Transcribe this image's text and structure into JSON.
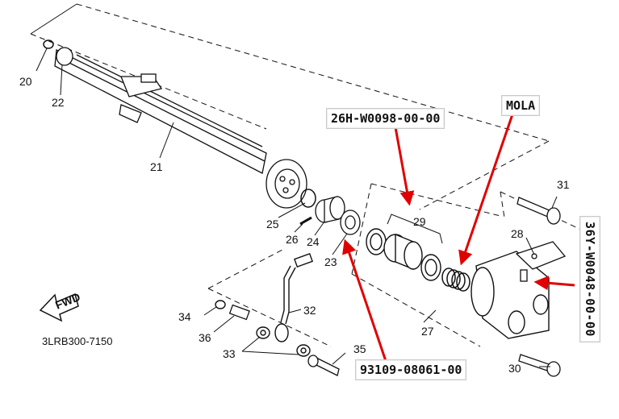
{
  "parts": {
    "p20": "20",
    "p21": "21",
    "p22": "22",
    "p23": "23",
    "p24": "24",
    "p25": "25",
    "p26": "26",
    "p27": "27",
    "p28": "28",
    "p29": "29",
    "p30": "30",
    "p31": "31",
    "p32": "32",
    "p33": "33",
    "p34": "34",
    "p35": "35",
    "p36": "36"
  },
  "diagram_code": "3LRB300-7150",
  "fwd_label": "FWD",
  "annotations": {
    "a1": "26H-W0098-00-00",
    "a2": "MOLA",
    "a3": "36Y-W0048-00-00",
    "a4": "93109-08061-00"
  },
  "colors": {
    "arrow": "#e00000",
    "line": "#111111"
  }
}
